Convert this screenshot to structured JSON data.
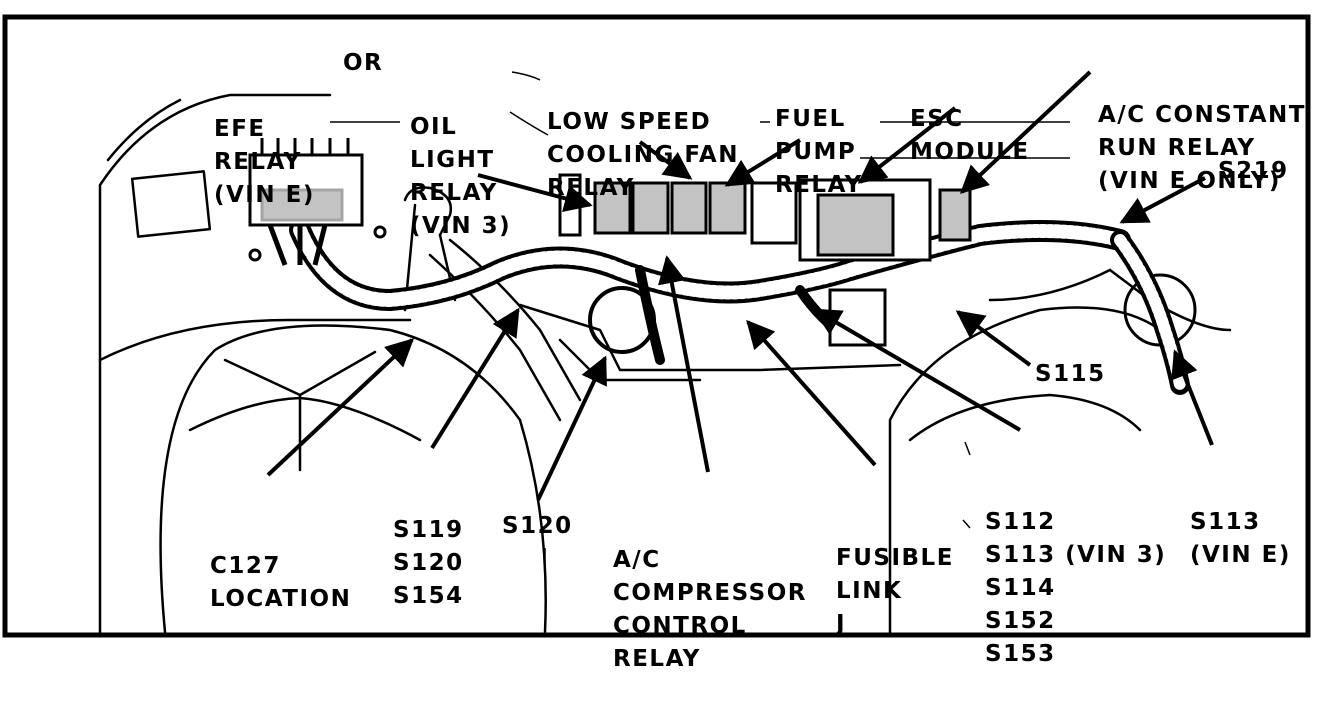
{
  "labels": {
    "efe_relay": [
      "EFE",
      "RELAY",
      "(VIN E)"
    ],
    "or": "OR",
    "oil_light_relay": [
      "OIL",
      "LIGHT",
      "RELAY",
      "(VIN 3)"
    ],
    "low_speed_fan_relay": [
      "LOW SPEED",
      "COOLING FAN",
      "RELAY"
    ],
    "fuel_pump_relay": [
      "FUEL",
      "PUMP",
      "RELAY"
    ],
    "esc_module": [
      "ESC",
      "MODULE"
    ],
    "ac_constant_run_relay": [
      "A/C CONSTANT",
      "RUN RELAY",
      "(VIN E ONLY)"
    ],
    "s219": "S219",
    "s115": "S115",
    "s113_vin_e": [
      "S113",
      "(VIN E)"
    ],
    "splices_right": [
      "S112",
      "S113 (VIN 3)",
      "S114",
      "S152",
      "S153"
    ],
    "fusible_link": [
      "FUSIBLE",
      "LINK",
      "J"
    ],
    "ac_compressor_relay": [
      "A/C",
      "COMPRESSOR",
      "CONTROL",
      "RELAY"
    ],
    "s120": "S120",
    "s119_group": [
      "S119",
      "S120",
      "S154"
    ],
    "c127_location": [
      "C127",
      "LOCATION"
    ]
  },
  "colors": {
    "ink": "#000000",
    "paper": "#ffffff"
  }
}
